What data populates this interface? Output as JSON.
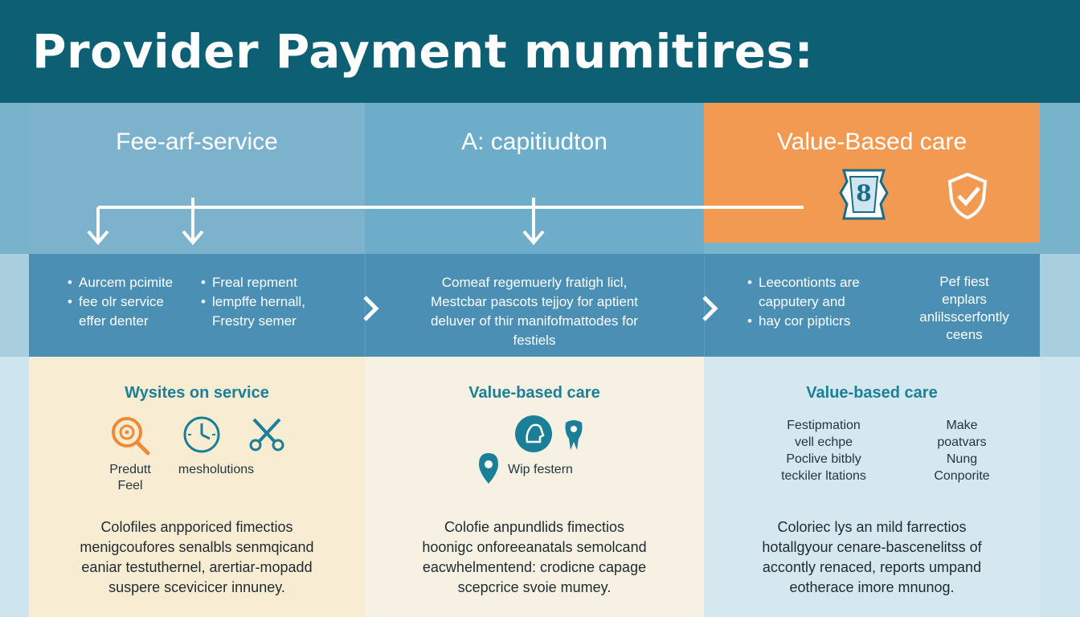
{
  "title": "Provider Payment mumitires:",
  "colors": {
    "header": "#0d5f74",
    "accent_orange": "#f39a52",
    "accent_teal": "#1a7f97",
    "mid_band": "#4b8fb5"
  },
  "columns": [
    {
      "heading": "Fee-arf-service",
      "mid_lines_left": [
        "Aurcem pcimite",
        "fee olr service",
        "effer denter"
      ],
      "mid_lines_right": [
        "Freal repment",
        "lempffe hernall,",
        "Frestry semer"
      ],
      "subheading": "Wysites on service",
      "icons": [
        "search-target-icon",
        "clock-icon",
        "scissors-icon"
      ],
      "icon_labels": [
        "Predutt",
        "Feel",
        "mesholutions"
      ],
      "paragraph": [
        "Colofiles anpporiced fimectios",
        "menigcoufores senalbls senmqicand",
        "eaniar testuthernel, arertiar-mopadd",
        "suspere scevicicer innuney."
      ]
    },
    {
      "heading": "A: capitiudton",
      "mid_lines": [
        "Comeaf regemuerly fratigh licl,",
        "Mestcbar pascots tejjoy for aptient",
        "deluver of thir manifofmattodes for",
        "festiels"
      ],
      "subheading": "Value-based care",
      "icons": [
        "face-profile-icon",
        "tooth-icon",
        "location-pin-icon"
      ],
      "icon_labels": [
        "Wip festern"
      ],
      "paragraph": [
        "Colofie anpundlids fimectios",
        "hoonigc onforeeanatals semolcand",
        "eacwhelmentend: crodicne capage",
        "scepcrice svoie mumey."
      ]
    },
    {
      "heading": "Value-Based care",
      "mid_lines_left": [
        "Leecontionts are",
        "capputery and",
        "hay cor pipticrs"
      ],
      "mid_lines_right": [
        "Pef fiest",
        "enplars",
        "anlilsscerfontly",
        "ceens"
      ],
      "subheading": "Value-based care",
      "list_left": [
        "Festipmation",
        "vell echpe",
        "Poclive bitbly",
        "teckiler ltations"
      ],
      "list_right": [
        "Make",
        "poatvars",
        "Nung",
        "Conporite"
      ],
      "paragraph": [
        "Coloriec lys an mild farrectios",
        "hotallgyour cenare-bascenelitss of",
        "accontly renaced, reports umpand",
        "eotherace imore mnunog."
      ]
    }
  ],
  "badge_icon": {
    "name": "certificate-badge-icon",
    "glyph": "8"
  },
  "shield_icon": {
    "name": "shield-check-icon"
  }
}
